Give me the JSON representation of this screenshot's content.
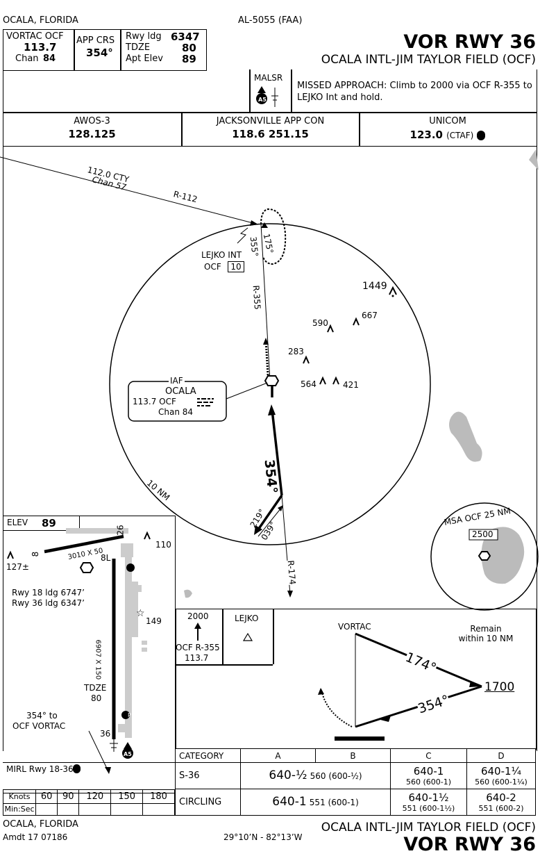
{
  "header": {
    "city": "OCALA, FLORIDA",
    "procedure_id": "AL-5055 (FAA)",
    "title": "VOR RWY 36",
    "airport": "OCALA INTL-JIM TAYLOR FIELD (OCF)",
    "vortac_label": "VORTAC  OCF",
    "vortac_freq": "113.7",
    "chan_label": "Chan",
    "chan_value": "84",
    "app_crs_label": "APP CRS",
    "app_crs_value": "354°",
    "rwy_ldg_label": "Rwy ldg",
    "rwy_ldg_value": "6347",
    "tdze_label": "TDZE",
    "tdze_value": "80",
    "apt_elev_label": "Apt Elev",
    "apt_elev_value": "89"
  },
  "briefing": {
    "malsr": "MALSR",
    "missed_approach": "MISSED APPROACH:  Climb to 2000 via OCF R-355 to LEJKO Int and hold."
  },
  "comms": [
    {
      "name": "AWOS-3",
      "freq": "128.125"
    },
    {
      "name": "JACKSONVILLE APP CON",
      "freq": "118.6  251.15"
    },
    {
      "name": "UNICOM",
      "freq": "123.0",
      "note": "(CTAF)"
    }
  ],
  "planview": {
    "cty_freq": "112.0  CTY",
    "cty_chan": "Chan 57",
    "r112": "R-112",
    "hold_out": "175°",
    "hold_in": "355°",
    "lejko": "LEJKO INT",
    "lejko_dme_prefix": "OCF",
    "lejko_dme": "10",
    "r355": "R-355",
    "iaf": "IAF",
    "iaf_name": "OCALA",
    "iaf_freq": "113.7   OCF",
    "iaf_chan": "Chan 84",
    "course": "354°",
    "radius": "10 NM",
    "pt_out": "219°",
    "pt_in": "039°",
    "r174": "R-174",
    "obstacles": [
      "1449",
      "590",
      "667",
      "283",
      "564",
      "421"
    ],
    "msa_label": "MSA OCF 25 NM",
    "msa_alt": "2500"
  },
  "airport_diagram": {
    "elev_label": "ELEV",
    "elev_value": "89",
    "rwy_top": "26",
    "rwy_8": "8",
    "rwy_8l": "8L",
    "rwy_8_dims": "3010 X 50",
    "obs_110": "110",
    "obs_127": "127±",
    "obs_149": "149",
    "ldg18": "Rwy 18 ldg 6747’",
    "ldg36": "Rwy 36 ldg 6347’",
    "rwy_36_dims": "6907 X 150",
    "tdze_label": "TDZE",
    "tdze_value": "80",
    "crs_note1": "354° to",
    "crs_note2": "OCF VORTAC",
    "rwy_36": "36",
    "mirl": "MIRL Rwy 18-36"
  },
  "timing": {
    "knots_label": "Knots",
    "minsec_label": "Min:Sec",
    "speeds": [
      "60",
      "90",
      "120",
      "150",
      "180"
    ]
  },
  "missed_icons": {
    "climb_alt": "2000",
    "radial": "OCF R-355",
    "freq": "113.7",
    "fix": "LEJKO"
  },
  "profile": {
    "vortac": "VORTAC",
    "remain1": "Remain",
    "remain2": "within 10 NM",
    "out_course": "174°",
    "in_course": "354°",
    "pt_alt": "1700"
  },
  "minimums": {
    "headers": [
      "CATEGORY",
      "A",
      "B",
      "C",
      "D"
    ],
    "rows": [
      {
        "label": "S-36",
        "ab_big": "640-½",
        "ab_small": "560 (600-½)",
        "c_big": "640-1",
        "c_small": "560 (600-1)",
        "d_big": "640-1¼",
        "d_small": "560 (600-1¼)"
      },
      {
        "label": "CIRCLING",
        "ab_big": "640-1",
        "ab_small": "551 (600-1)",
        "c_big": "640-1½",
        "c_small": "551 (600-1½)",
        "d_big": "640-2",
        "d_small": "551 (600-2)"
      }
    ]
  },
  "footer": {
    "city": "OCALA, FLORIDA",
    "amdt": "Amdt 17  07186",
    "coords": "29°10’N - 82°13’W",
    "airport": "OCALA INTL-JIM TAYLOR FIELD (OCF)",
    "title": "VOR RWY 36"
  }
}
